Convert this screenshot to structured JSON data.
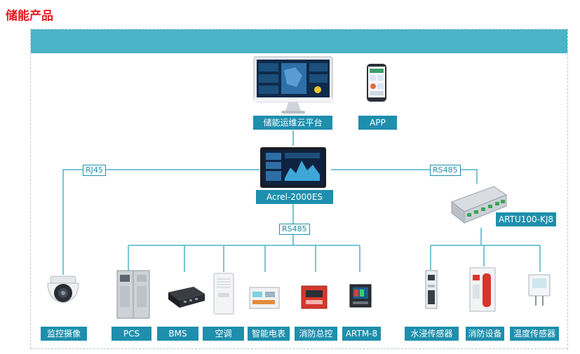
{
  "page_title": "储能产品",
  "colors": {
    "title": "#e8181f",
    "header_bar": "#4ab3c7",
    "label_bg": "#1e8fad",
    "line": "#4ab3c7"
  },
  "top": {
    "cloud_platform": "储能运维云平台",
    "app": "APP"
  },
  "center": {
    "gateway": "Acrel-2000ES"
  },
  "links": {
    "rj45": "RJ45",
    "rs485_right": "RS485",
    "rs485_bottom": "RS485"
  },
  "right_module": {
    "name": "ARTU100-KJ8"
  },
  "left_device": {
    "camera": "监控摄像"
  },
  "bottom_devices": [
    "PCS",
    "BMS",
    "空调",
    "智能电表",
    "消防总控",
    "ARTM-8"
  ],
  "right_devices": [
    "水浸传感器",
    "消防设备",
    "温度传感器"
  ]
}
